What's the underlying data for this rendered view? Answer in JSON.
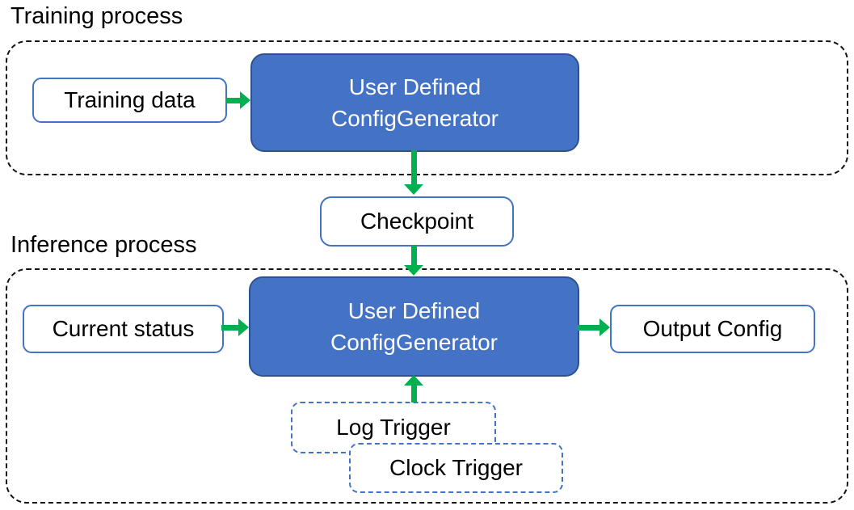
{
  "colors": {
    "box_fill_blue": "#4472C4",
    "box_border_dark_blue": "#2F528F",
    "outline_blue": "#4472C4",
    "arrow_green": "#00B050",
    "container_dash_black": "#141414",
    "text_black": "#000000",
    "text_white": "#ffffff"
  },
  "training_section": {
    "label": "Training process",
    "training_data_box": "Training data",
    "generator_box": {
      "line1": "User Defined",
      "line2": "ConfigGenerator"
    }
  },
  "checkpoint_box": "Checkpoint",
  "inference_section": {
    "label": "Inference process",
    "current_status_box": "Current status",
    "generator_box": {
      "line1": "User Defined",
      "line2": "ConfigGenerator"
    },
    "output_config_box": "Output Config",
    "log_trigger_box": "Log Trigger",
    "clock_trigger_box": "Clock Trigger"
  }
}
